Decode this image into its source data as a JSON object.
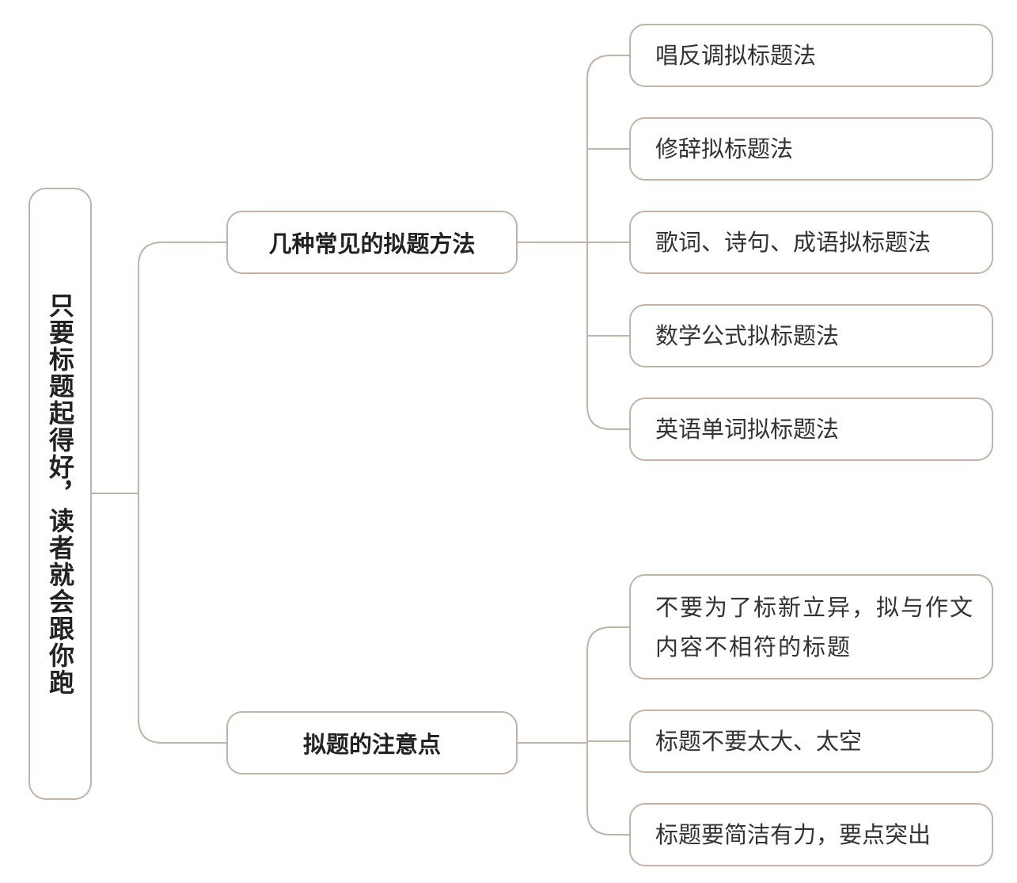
{
  "root": {
    "label": "只要标题起得好，读者就会跟你跑"
  },
  "branches": [
    {
      "label": "几种常见的拟题方法",
      "children": [
        "唱反调拟标题法",
        "修辞拟标题法",
        "歌词、诗句、成语拟标题法",
        "数学公式拟标题法",
        "英语单词拟标题法"
      ]
    },
    {
      "label": "拟题的注意点",
      "children": [
        "不要为了标新立异，拟与作文内容不相符的标题",
        "标题不要太大、太空",
        "标题要简洁有力，要点突出"
      ]
    }
  ],
  "colors": {
    "line": "#c2b3a9",
    "text": "#333333"
  }
}
